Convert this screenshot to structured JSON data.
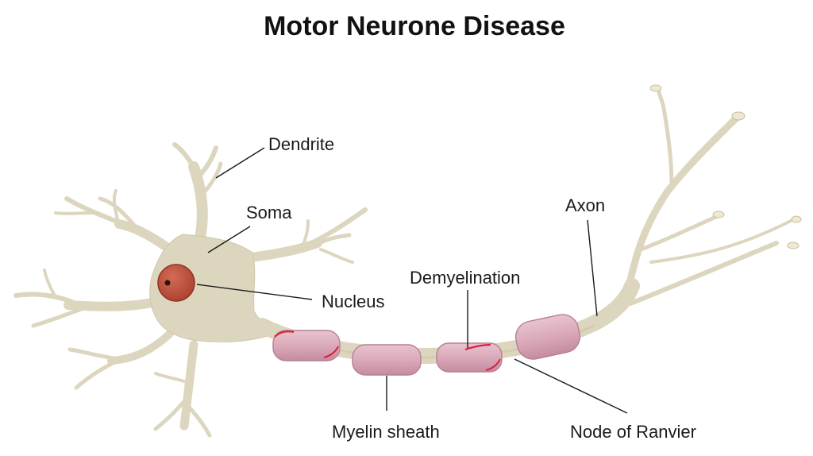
{
  "title": "Motor Neurone Disease",
  "labels": {
    "dendrite": "Dendrite",
    "soma": "Soma",
    "nucleus": "Nucleus",
    "demyelination": "Demyelination",
    "axon": "Axon",
    "myelin_sheath": "Myelin sheath",
    "node_of_ranvier": "Node of Ranvier"
  },
  "colors": {
    "cell": "#ddd6bf",
    "cell_outline": "#c2b898",
    "myelin": "#d9a9b8",
    "myelin_outline": "#b77f95",
    "nucleus": "#c1553f",
    "damage": "#d8233c",
    "text": "#1a1a1a"
  }
}
